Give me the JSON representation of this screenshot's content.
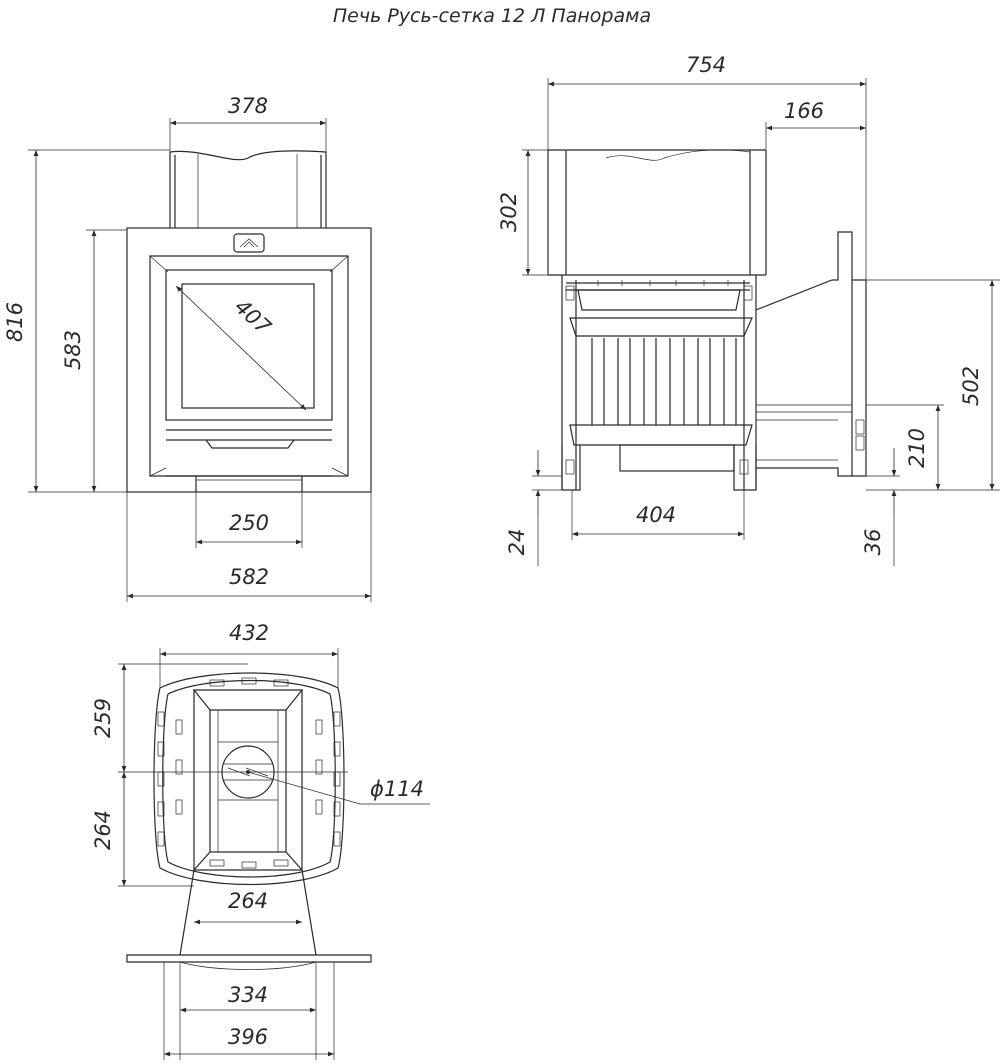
{
  "title": "Печь Русь-сетка 12 Л Панорама",
  "colors": {
    "line": "#2a2a2a",
    "background": "#ffffff"
  },
  "views": {
    "front": {
      "dim_chimney_width": "378",
      "dim_total_height": "816",
      "dim_body_height": "583",
      "dim_glass_diagonal": "407",
      "dim_base_width": "250",
      "dim_total_width": "582"
    },
    "side": {
      "dim_total_length": "754",
      "dim_tank_offset": "166",
      "dim_tank_height": "302",
      "dim_feed_height": "502",
      "dim_feed_bottom": "210",
      "dim_leg_height": "24",
      "dim_body_length": "404",
      "dim_floor_gap": "36"
    },
    "top": {
      "dim_top_width": "432",
      "dim_front_depth": "259",
      "dim_rear_depth": "264",
      "dim_flue_diameter": "ϕ114",
      "dim_channel_width": "264",
      "dim_feed_width": "334",
      "dim_flange_width": "396"
    }
  }
}
